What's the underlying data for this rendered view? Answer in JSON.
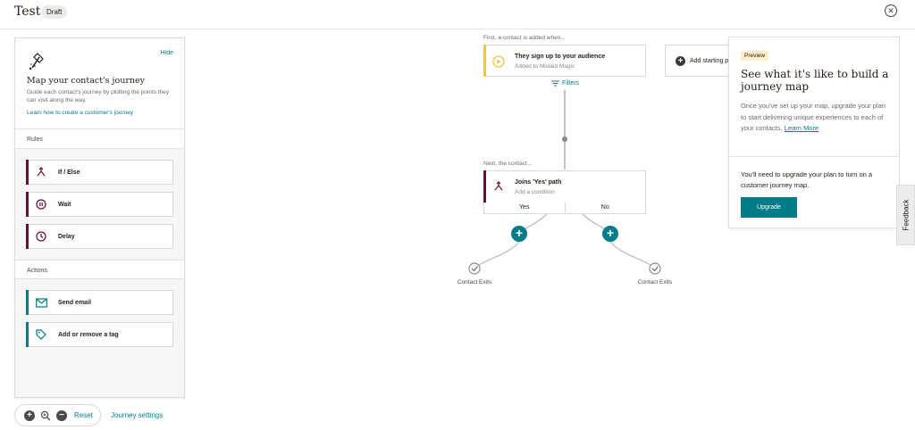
{
  "header": {
    "title": "Test",
    "status_badge": "Draft"
  },
  "left_panel": {
    "hide_label": "Hide",
    "heading": "Map your contact's journey",
    "description": "Guide each contact's journey by plotting the points they can visit along the way.",
    "learn_link": "Learn how to create a customer's journey",
    "rules_label": "Rules",
    "rules": [
      {
        "label": "If / Else",
        "icon": "branch-icon"
      },
      {
        "label": "Wait",
        "icon": "pause-icon"
      },
      {
        "label": "Delay",
        "icon": "clock-icon"
      }
    ],
    "actions_label": "Actions",
    "actions": [
      {
        "label": "Send email",
        "icon": "email-icon"
      },
      {
        "label": "Add or remove a tag",
        "icon": "tag-icon"
      }
    ]
  },
  "controls": {
    "reset_label": "Reset",
    "journey_settings_label": "Journey settings"
  },
  "canvas": {
    "first_hint": "First, a contact is added when...",
    "trigger_title": "They sign up to your audience",
    "trigger_subtitle": "Added to Mislaid Magic",
    "filters_label": "Filters",
    "add_starting_point_label": "Add starting p",
    "next_hint": "Next, the contact...",
    "condition_title": "Joins 'Yes' path",
    "condition_subtitle": "Add a condition",
    "yes_label": "Yes",
    "no_label": "No",
    "exit_left_label": "Contact Exits",
    "exit_right_label": "Contact Exits"
  },
  "preview_panel": {
    "badge": "Preview",
    "title": "See what it's like to build a journey map",
    "body": "Once you've set up your map, upgrade your plan to start delivering unique experiences to each of your contacts.",
    "learn_more": "Learn More",
    "upgrade_text": "You'll need to upgrade your plan to turn on a customer journey map.",
    "upgrade_button": "Upgrade"
  },
  "feedback_label": "Feedback",
  "colors": {
    "accent_teal": "#007c89",
    "rules_accent": "#6b0d36",
    "trigger_accent": "#f2c343",
    "text_dark": "#241c15"
  }
}
